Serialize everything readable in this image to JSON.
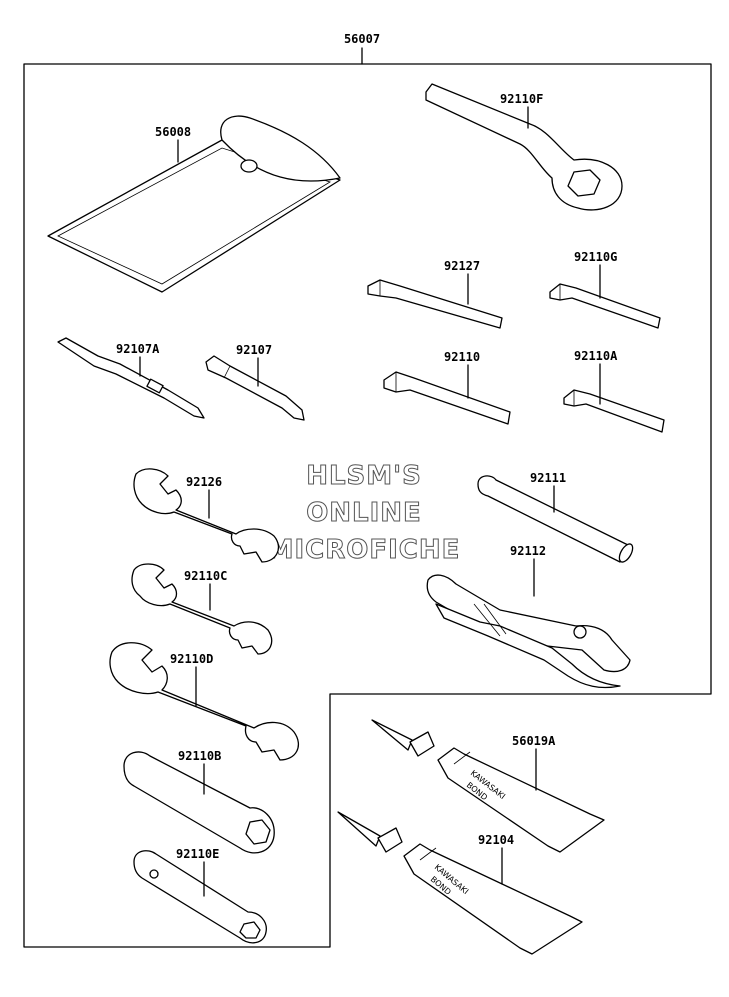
{
  "diagram": {
    "kit_number": "56007",
    "watermark": [
      "HLSM'S",
      "ONLINE",
      "MICROFICHE"
    ],
    "parts": [
      {
        "id": "pouch",
        "label": "56008"
      },
      {
        "id": "ring-wrench",
        "label": "92110F"
      },
      {
        "id": "hex-key-92127",
        "label": "92127"
      },
      {
        "id": "hex-key-92110g",
        "label": "92110G"
      },
      {
        "id": "screwdriver-92107a",
        "label": "92107A"
      },
      {
        "id": "screwdriver-92107",
        "label": "92107"
      },
      {
        "id": "hex-key-92110",
        "label": "92110"
      },
      {
        "id": "hex-key-92110a",
        "label": "92110A"
      },
      {
        "id": "wrench-92126",
        "label": "92126"
      },
      {
        "id": "handle-92111",
        "label": "92111"
      },
      {
        "id": "pliers",
        "label": "92112"
      },
      {
        "id": "wrench-92110c",
        "label": "92110C"
      },
      {
        "id": "wrench-92110d",
        "label": "92110D"
      },
      {
        "id": "bond-tube-56019a",
        "label": "56019A"
      },
      {
        "id": "box-wrench-92110b",
        "label": "92110B"
      },
      {
        "id": "bond-tube-92104",
        "label": "92104"
      },
      {
        "id": "box-wrench-92110e",
        "label": "92110E"
      }
    ],
    "tube_print": [
      "KAWASAKI",
      "BOND"
    ]
  }
}
